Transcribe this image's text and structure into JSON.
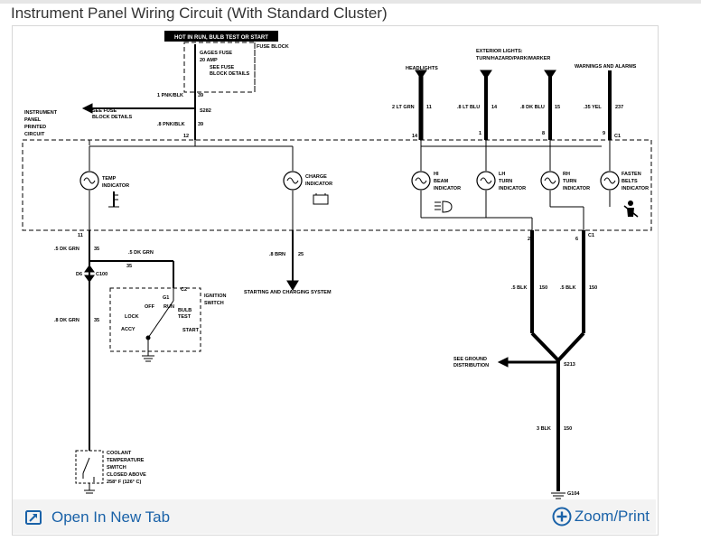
{
  "page": {
    "title": "Instrument Panel Wiring Circuit (With Standard Cluster)"
  },
  "footer": {
    "open_tab_label": "Open In New Tab",
    "zoom_label": "Zoom/Print",
    "open_tab_icon": "open-in-new-tab-icon",
    "zoom_icon": "zoom-plus-icon",
    "link_color": "#1a62a8"
  },
  "diagram": {
    "hot_banner": "HOT IN RUN, BULB TEST OR START",
    "fuse_block": "FUSE BLOCK",
    "gages_fuse": "GAGES FUSE",
    "gages_amp": "20 AMP",
    "see_fuse": "SEE FUSE",
    "block_details": "BLOCK DETAILS",
    "wire_1pnk": "1 PNK/BLK",
    "wire_1pnk_num": "39",
    "see_fuse_left": "SEE FUSE",
    "block_details_left": "BLOCK DETAILS",
    "splice_s282": "S282",
    "wire_8pnk": ".8 PNK/BLK",
    "wire_8pnk_num": "39",
    "pin_12": "12",
    "ipc_label_1": "INSTRUMENT",
    "ipc_label_2": "PANEL",
    "ipc_label_3": "PRINTED",
    "ipc_label_4": "CIRCUIT",
    "headlights": "HEADLIGHTS",
    "ext_lights_1": "EXTERIOR LIGHTS:",
    "ext_lights_2": "TURN/HAZARD/PARK/MARKER",
    "warnings": "WARNINGS AND ALARMS",
    "wire_2ltgrn": "2 LT GRN",
    "wire_2ltgrn_num": "11",
    "pin_14": "14",
    "wire_8ltblu": ".8 LT BLU",
    "wire_8ltblu_num": "14",
    "pin_1": "1",
    "wire_8dkblu": ".8 DK BLU",
    "wire_8dkblu_num": "15",
    "pin_8": "8",
    "wire_35yel": ".35 YEL",
    "wire_35yel_num": "237",
    "pin_9": "9",
    "conn_c1_top": "C1",
    "temp_1": "TEMP",
    "temp_2": "INDICATOR",
    "charge_1": "CHARGE",
    "charge_2": "INDICATOR",
    "hibeam_1": "HI",
    "hibeam_2": "BEAM",
    "hibeam_3": "INDICATOR",
    "lh_1": "LH",
    "lh_2": "TURN",
    "lh_3": "INDICATOR",
    "rh_1": "RH",
    "rh_2": "TURN",
    "rh_3": "INDICATOR",
    "fasten_1": "FASTEN",
    "fasten_2": "BELTS",
    "fasten_3": "INDICATOR",
    "pin_11": "11",
    "pin_2": "2",
    "pin_6": "6",
    "conn_c1_bot": "C1",
    "wire_5dkgrn": ".5 DK GRN",
    "wire_5dkgrn_num": "35",
    "wire_5dkgrn_b": ".5 DK GRN",
    "wire_5dkgrn_b_num": "35",
    "d6": "D6",
    "c100": "C100",
    "conn_c2": "C2",
    "g1": "G1",
    "ign_1": "IGNITION",
    "ign_2": "SWITCH",
    "off": "OFF",
    "run": "RUN",
    "bulb_1": "BULB",
    "bulb_2": "TEST",
    "lock": "LOCK",
    "accy": "ACCY",
    "start": "START",
    "wire_8dkgrn": ".8 DK GRN",
    "wire_8dkgrn_num": "35",
    "wire_8brn": ".8 BRN",
    "wire_8brn_num": "25",
    "starting": "STARTING AND CHARGING SYSTEM",
    "wire_5blk_a": ".5 BLK",
    "wire_5blk_a_num": "150",
    "wire_5blk_b": ".5 BLK",
    "wire_5blk_b_num": "150",
    "see_ground_1": "SEE GROUND",
    "see_ground_2": "DISTRIBUTION",
    "s213": "S213",
    "wire_3blk": "3 BLK",
    "wire_3blk_num": "150",
    "g104": "G104",
    "coolant_1": "COOLANT",
    "coolant_2": "TEMPERATURE",
    "coolant_3": "SWITCH",
    "coolant_4": "CLOSED ABOVE",
    "coolant_5": "258° F (126° C)"
  }
}
